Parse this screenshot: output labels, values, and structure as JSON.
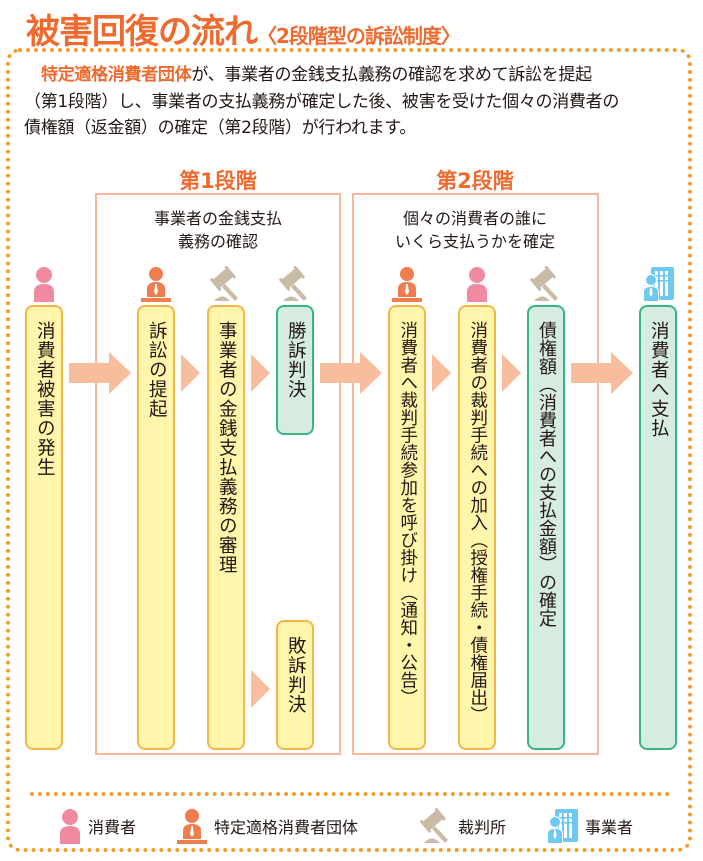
{
  "title": {
    "main": "被害回復の流れ",
    "sub": "〈2段階型の訴訟制度〉"
  },
  "intro": {
    "highlight": "特定適格消費者団体",
    "line1_rest": "が、事業者の金銭支払義務の確認を求めて訴訟を提起",
    "line2": "（第1段階）し、事業者の支払義務が確定した後、被害を受けた個々の消費者の",
    "line3": "債権額（返金額）の確定（第2段階）が行われます。"
  },
  "stages": [
    {
      "title": "第1段階",
      "desc_line1": "事業者の金銭支払",
      "desc_line2": "義務の確認"
    },
    {
      "title": "第2段階",
      "desc_line1": "個々の消費者の誰に",
      "desc_line2": "いくら支払うかを確定"
    }
  ],
  "steps": [
    {
      "id": "occurrence",
      "text": "消費者被害の発生",
      "actor": "consumer",
      "style": "yellow"
    },
    {
      "id": "filing",
      "text": "訴訟の提起",
      "actor": "qualified-organization",
      "style": "yellow"
    },
    {
      "id": "examination",
      "text": "事業者の金銭支払義務の審理",
      "actor": "court",
      "style": "yellow"
    },
    {
      "id": "win",
      "text": "勝訴判決",
      "actor": "court",
      "style": "green"
    },
    {
      "id": "lose",
      "text": "敗訴判決",
      "actor": "court",
      "style": "yellow"
    },
    {
      "id": "notice",
      "text": "消費者へ裁判手続参加を呼び掛け（通知・公告）",
      "actor": "qualified-organization",
      "style": "yellow"
    },
    {
      "id": "join",
      "text": "消費者の裁判手続への加入（授権手続・債権届出）",
      "actor": "consumer",
      "style": "yellow"
    },
    {
      "id": "determination",
      "text": "債権額（消費者への支払金額）の確定",
      "actor": "court",
      "style": "green"
    },
    {
      "id": "payment",
      "text": "消費者へ支払",
      "actor": "business",
      "style": "green"
    }
  ],
  "legend": [
    {
      "icon": "consumer",
      "label": "消費者"
    },
    {
      "icon": "qualified-organization",
      "label": "特定適格消費者団体"
    },
    {
      "icon": "court",
      "label": "裁判所"
    },
    {
      "icon": "business",
      "label": "事業者"
    }
  ],
  "colors": {
    "accent": "#ef6a2e",
    "dotted_border": "#f29c2a",
    "stage_border": "#f6b89a",
    "arrow": "#f8bd9c",
    "yellow_fill": "#fff6ac",
    "yellow_border": "#f6b54a",
    "green_fill": "#d6ece0",
    "green_border": "#37b684",
    "consumer": "#f08aa0",
    "organization": "#ef7d4f",
    "court": "#c9bba6",
    "business": "#6ec9f0"
  }
}
